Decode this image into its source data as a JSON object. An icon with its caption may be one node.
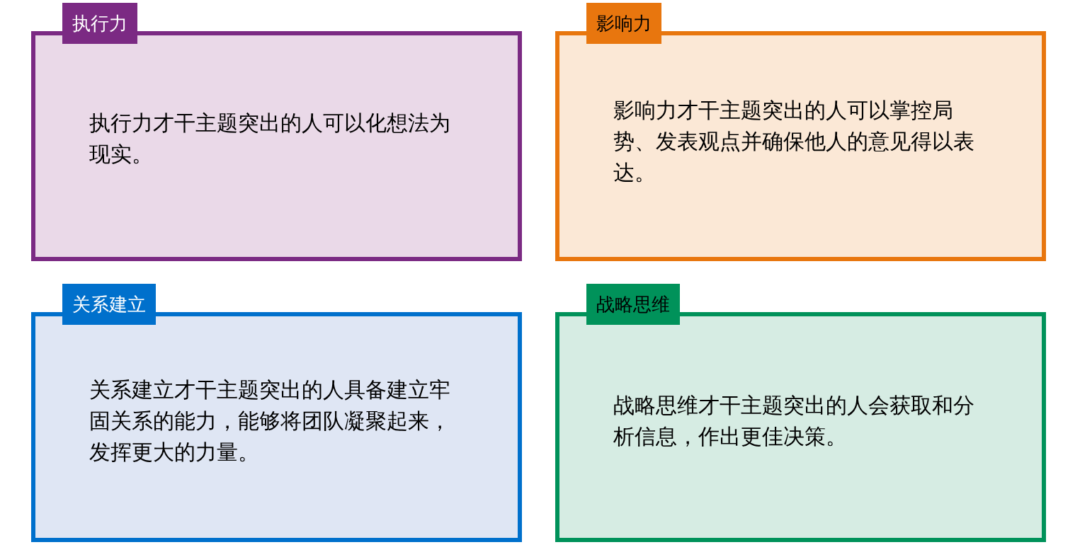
{
  "diagram": {
    "nodes": [
      {
        "text": [
          "执行力",
          "执行力才干主题突出的人可以化想法为现实。"
        ]
      },
      {
        "text": [
          "影响力",
          "影响力才干主题突出的人可以掌控局势、发表观点并确保他人的意见得以表达。"
        ]
      },
      {
        "text": [
          "关系建立",
          "关系建立才干主题突出的人具备建立牢固关系的能力，能够将团队凝聚起来，发挥更大的力量。"
        ]
      },
      {
        "text": [
          "战略思维",
          "战略思维才干主题突出的人会获取和分析信息，作出更佳决策。"
        ]
      }
    ]
  }
}
